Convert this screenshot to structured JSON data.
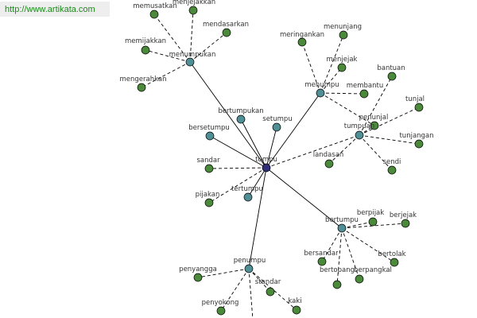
{
  "watermark": {
    "url": "http://www.artikata.com"
  },
  "colors": {
    "center": "#2f2f7a",
    "hub": "#4f8f95",
    "leaf": "#4a8a3a",
    "edge": "#000000"
  },
  "graph": {
    "center": {
      "id": "tumpu",
      "label": "tumpu"
    },
    "hubs": [
      {
        "id": "menumpukan",
        "label": "menumpukan"
      },
      {
        "id": "menumpu",
        "label": "menumpu"
      },
      {
        "id": "tumpuan",
        "label": "tumpuan"
      },
      {
        "id": "bertumpu",
        "label": "bertumpu"
      },
      {
        "id": "penumpu",
        "label": "penumpu"
      },
      {
        "id": "bertumpukan",
        "label": "bertumpukan"
      },
      {
        "id": "setumpu",
        "label": "setumpu"
      },
      {
        "id": "bersetumpu",
        "label": "bersetumpu"
      },
      {
        "id": "tertumpu",
        "label": "tertumpu"
      }
    ],
    "leaves": [
      {
        "id": "memusatkan",
        "label": "memusatkan"
      },
      {
        "id": "menjejakkan",
        "label": "menjejakkan"
      },
      {
        "id": "mendasarkan",
        "label": "mendasarkan"
      },
      {
        "id": "memijakkan",
        "label": "memijakkan"
      },
      {
        "id": "mengerahkan",
        "label": "mengerahkan"
      },
      {
        "id": "meringankan",
        "label": "meringankan"
      },
      {
        "id": "menunjang",
        "label": "menunjang"
      },
      {
        "id": "menjejak",
        "label": "menjejak"
      },
      {
        "id": "membantu",
        "label": "membantu"
      },
      {
        "id": "bantuan",
        "label": "bantuan"
      },
      {
        "id": "tunjal",
        "label": "tunjal"
      },
      {
        "id": "penunjal",
        "label": "penunjal"
      },
      {
        "id": "tunjangan",
        "label": "tunjangan"
      },
      {
        "id": "sendi",
        "label": "sendi"
      },
      {
        "id": "landasan",
        "label": "landasan"
      },
      {
        "id": "sandar",
        "label": "sandar"
      },
      {
        "id": "pijakan",
        "label": "pijakan"
      },
      {
        "id": "berpijak",
        "label": "berpijak"
      },
      {
        "id": "berjejak",
        "label": "berjejak"
      },
      {
        "id": "bertolak",
        "label": "bertolak"
      },
      {
        "id": "bersandar",
        "label": "bersandar"
      },
      {
        "id": "bertopang",
        "label": "bertopang"
      },
      {
        "id": "berpangkal",
        "label": "berpangkal"
      },
      {
        "id": "penyangga",
        "label": "penyangga"
      },
      {
        "id": "standar",
        "label": "standar"
      },
      {
        "id": "penyokong",
        "label": "penyokong"
      },
      {
        "id": "kaki",
        "label": "kaki"
      }
    ],
    "edges": [
      {
        "from": "tumpu",
        "to": "menumpukan",
        "style": "solid"
      },
      {
        "from": "tumpu",
        "to": "menumpu",
        "style": "solid"
      },
      {
        "from": "tumpu",
        "to": "tumpuan",
        "style": "dashed"
      },
      {
        "from": "tumpu",
        "to": "bertumpu",
        "style": "solid"
      },
      {
        "from": "tumpu",
        "to": "penumpu",
        "style": "solid"
      },
      {
        "from": "tumpu",
        "to": "bertumpukan",
        "style": "solid"
      },
      {
        "from": "tumpu",
        "to": "setumpu",
        "style": "solid"
      },
      {
        "from": "tumpu",
        "to": "bersetumpu",
        "style": "solid"
      },
      {
        "from": "tumpu",
        "to": "tertumpu",
        "style": "solid"
      },
      {
        "from": "tumpu",
        "to": "sandar",
        "style": "dashed"
      },
      {
        "from": "tumpu",
        "to": "pijakan",
        "style": "dashed"
      },
      {
        "from": "menumpukan",
        "to": "memusatkan",
        "style": "dashed"
      },
      {
        "from": "menumpukan",
        "to": "menjejakkan",
        "style": "dashed"
      },
      {
        "from": "menumpukan",
        "to": "mendasarkan",
        "style": "dashed"
      },
      {
        "from": "menumpukan",
        "to": "memijakkan",
        "style": "dashed"
      },
      {
        "from": "menumpukan",
        "to": "mengerahkan",
        "style": "dashed"
      },
      {
        "from": "menumpu",
        "to": "meringankan",
        "style": "dashed"
      },
      {
        "from": "menumpu",
        "to": "menunjang",
        "style": "dashed"
      },
      {
        "from": "menumpu",
        "to": "menjejak",
        "style": "dashed"
      },
      {
        "from": "menumpu",
        "to": "membantu",
        "style": "dashed"
      },
      {
        "from": "menumpu",
        "to": "penunjal",
        "style": "dashed"
      },
      {
        "from": "tumpuan",
        "to": "bantuan",
        "style": "dashed"
      },
      {
        "from": "tumpuan",
        "to": "tunjal",
        "style": "dashed"
      },
      {
        "from": "tumpuan",
        "to": "penunjal",
        "style": "dashed"
      },
      {
        "from": "tumpuan",
        "to": "tunjangan",
        "style": "dashed"
      },
      {
        "from": "tumpuan",
        "to": "sendi",
        "style": "dashed"
      },
      {
        "from": "tumpuan",
        "to": "landasan",
        "style": "dashed"
      },
      {
        "from": "bertumpu",
        "to": "berpijak",
        "style": "dashed"
      },
      {
        "from": "bertumpu",
        "to": "berjejak",
        "style": "dashed"
      },
      {
        "from": "bertumpu",
        "to": "bertolak",
        "style": "dashed"
      },
      {
        "from": "bertumpu",
        "to": "bersandar",
        "style": "dashed"
      },
      {
        "from": "bertumpu",
        "to": "bertopang",
        "style": "dashed"
      },
      {
        "from": "bertumpu",
        "to": "berpangkal",
        "style": "dashed"
      },
      {
        "from": "penumpu",
        "to": "penyangga",
        "style": "dashed"
      },
      {
        "from": "penumpu",
        "to": "standar",
        "style": "dashed"
      },
      {
        "from": "penumpu",
        "to": "penyokong",
        "style": "dashed"
      },
      {
        "from": "penumpu",
        "to": "kaki",
        "style": "dashed"
      },
      {
        "from": "penumpu",
        "to": "offscreen-bottom",
        "style": "dashed"
      }
    ]
  }
}
